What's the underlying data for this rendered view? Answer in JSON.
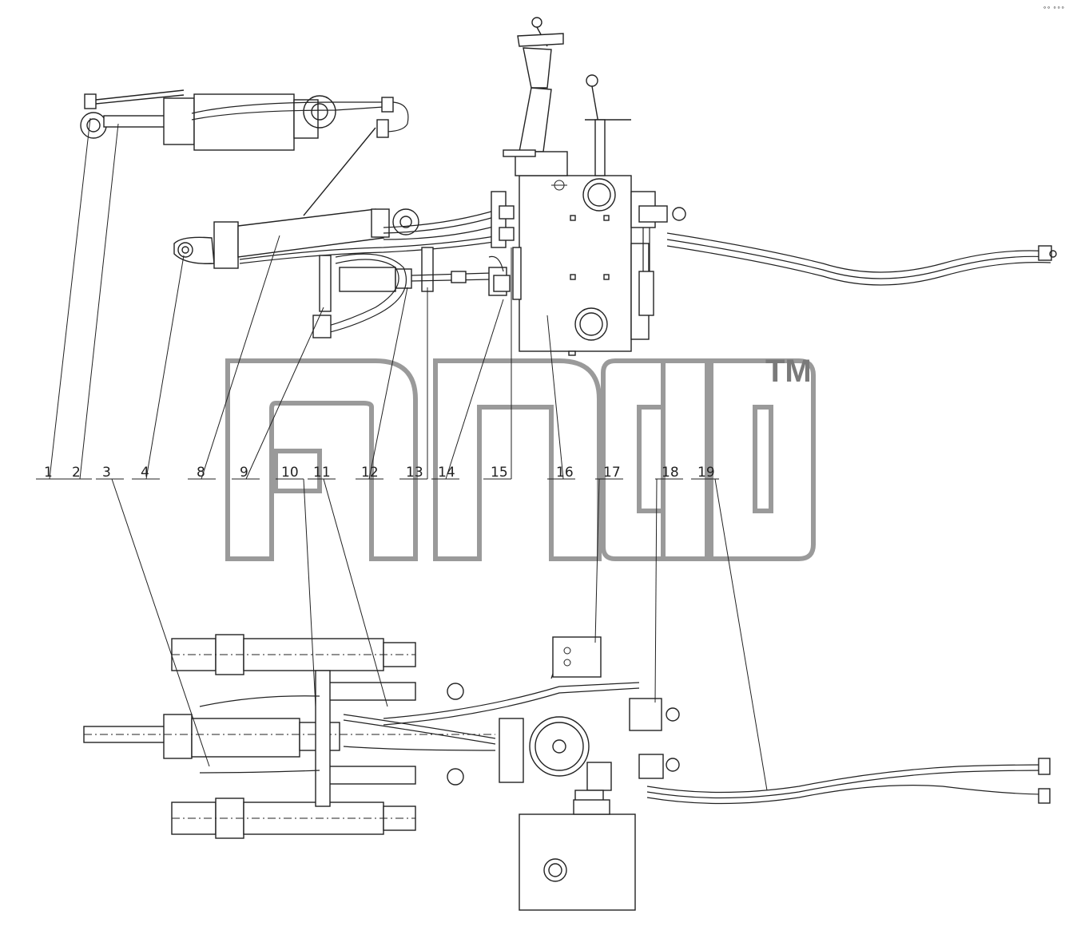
{
  "labels": [
    "1",
    "2",
    "3",
    "4",
    "8",
    "9",
    "10",
    "11",
    "12",
    "13",
    "14",
    "15",
    "16",
    "17",
    "18",
    "19"
  ],
  "watermark": {
    "trademark": "TM"
  },
  "corner_mark": "∘∘ ∘∘∘"
}
